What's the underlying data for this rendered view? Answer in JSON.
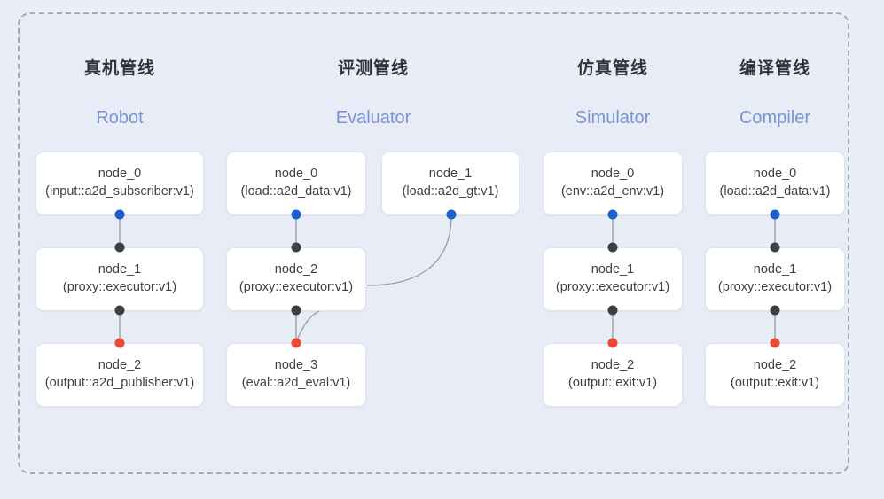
{
  "diagram": {
    "title_cn_note": "",
    "colors": {
      "page_background": "#eaeef7",
      "panel_background": "#e8ecf6",
      "panel_border": "#a3a9b8",
      "node_background": "#ffffff",
      "node_border": "#e0e4ec",
      "node_text": "#3d4146",
      "column_title_cn": "#2f3338",
      "column_title_en": "#7b93d3",
      "port_blue": "#1a5fd0",
      "port_gray": "#3c3f44",
      "port_red": "#ea4a33",
      "edge_line": "#9aa1ad"
    },
    "columns": [
      {
        "id": "robot",
        "title_cn": "真机管线",
        "title_en": "Robot",
        "nodes": [
          {
            "name": "node_0",
            "spec": "(input::a2d_subscriber:v1)"
          },
          {
            "name": "node_1",
            "spec": "(proxy::executor:v1)"
          },
          {
            "name": "node_2",
            "spec": "(output::a2d_publisher:v1)"
          }
        ]
      },
      {
        "id": "evaluator",
        "title_cn": "评测管线",
        "title_en": "Evaluator",
        "nodes": [
          {
            "name": "node_0",
            "spec": "(load::a2d_data:v1)"
          },
          {
            "name": "node_2",
            "spec": "(proxy::executor:v1)"
          },
          {
            "name": "node_3",
            "spec": "(eval::a2d_eval:v1)"
          },
          {
            "name": "node_1",
            "spec": "(load::a2d_gt:v1)"
          }
        ]
      },
      {
        "id": "simulator",
        "title_cn": "仿真管线",
        "title_en": "Simulator",
        "nodes": [
          {
            "name": "node_0",
            "spec": "(env::a2d_env:v1)"
          },
          {
            "name": "node_1",
            "spec": "(proxy::executor:v1)"
          },
          {
            "name": "node_2",
            "spec": "(output::exit:v1)"
          }
        ]
      },
      {
        "id": "compiler",
        "title_cn": "编译管线",
        "title_en": "Compiler",
        "nodes": [
          {
            "name": "node_0",
            "spec": "(load::a2d_data:v1)"
          },
          {
            "name": "node_1",
            "spec": "(proxy::executor:v1)"
          },
          {
            "name": "node_2",
            "spec": "(output::exit:v1)"
          }
        ]
      }
    ]
  }
}
